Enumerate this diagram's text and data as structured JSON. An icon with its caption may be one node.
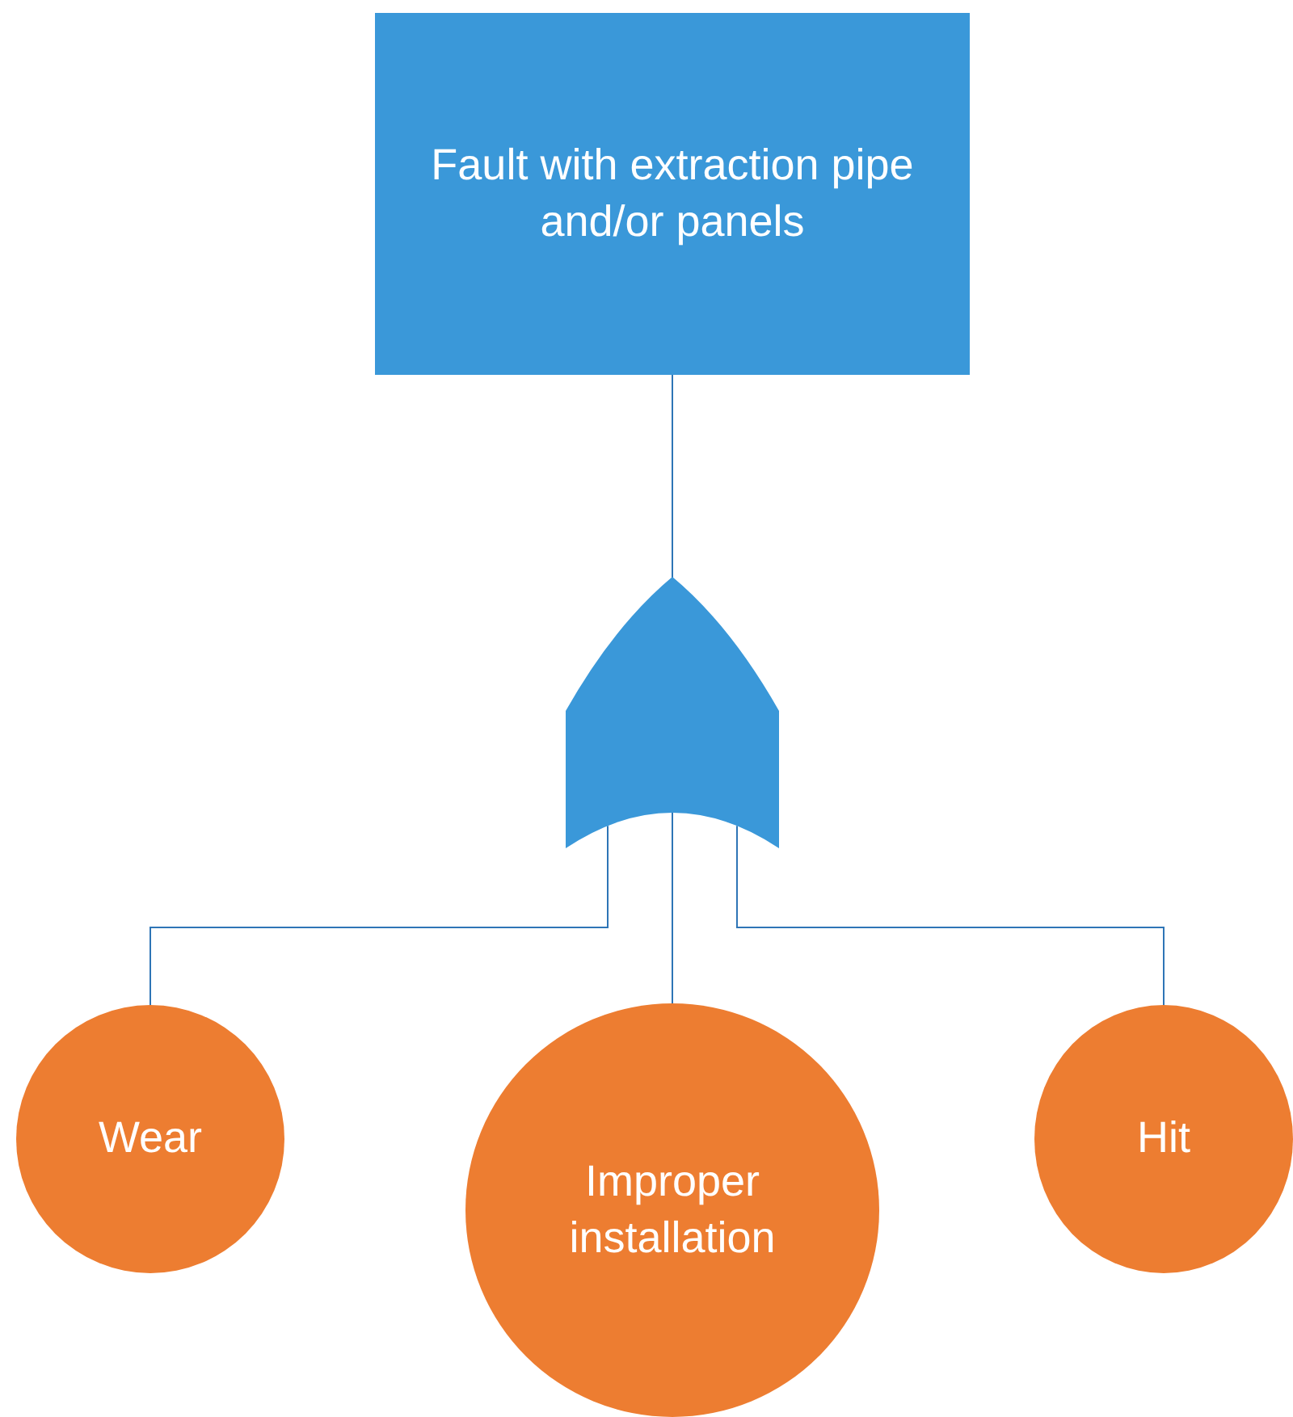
{
  "diagram": {
    "nodes": [
      {
        "text": [
          "Fault with extraction pipe and/or panels"
        ]
      },
      {
        "text": [],
        "shape": "gate"
      },
      {
        "text": [
          "Wear"
        ]
      },
      {
        "text": [
          "Improper installation"
        ]
      },
      {
        "text": [
          "Hit"
        ]
      }
    ],
    "edges": [
      {
        "from": 0,
        "to": 1,
        "arrow": "none"
      },
      {
        "from": 1,
        "to": 2,
        "arrow": "none"
      },
      {
        "from": 1,
        "to": 3,
        "arrow": "none"
      },
      {
        "from": 1,
        "to": 4,
        "arrow": "none"
      }
    ]
  }
}
